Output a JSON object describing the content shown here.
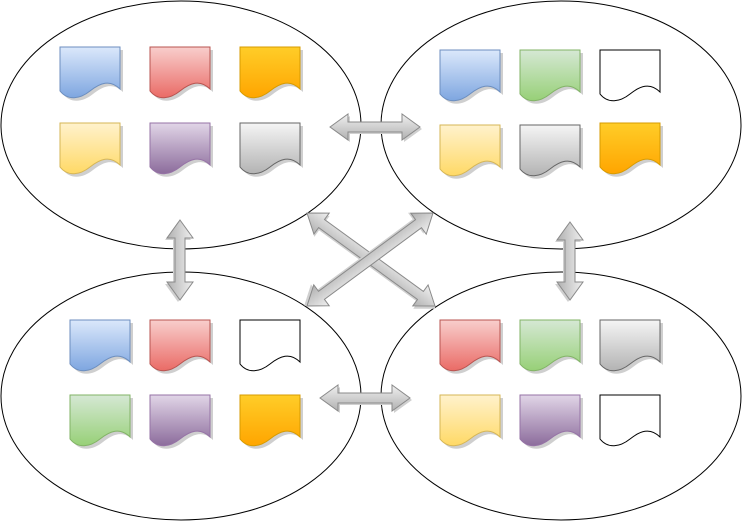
{
  "palette": {
    "blue": {
      "top": "#dbe8fb",
      "bottom": "#7ea6e0",
      "stroke": "#6c8ebf"
    },
    "red": {
      "top": "#f8cecc",
      "bottom": "#ea6b66",
      "stroke": "#b85450"
    },
    "orange": {
      "top": "#ffcd28",
      "bottom": "#ffa500",
      "stroke": "#d79b00"
    },
    "yellow": {
      "top": "#fff2cc",
      "bottom": "#ffd966",
      "stroke": "#d6b656"
    },
    "purple": {
      "top": "#e1d5e7",
      "bottom": "#8c6c9c",
      "stroke": "#9673a6"
    },
    "gray": {
      "top": "#f5f5f5",
      "bottom": "#b3b3b3",
      "stroke": "#666666"
    },
    "green": {
      "top": "#d5e8d4",
      "bottom": "#97d077",
      "stroke": "#82b366"
    },
    "white": {
      "top": "#ffffff",
      "bottom": "#ffffff",
      "stroke": "#000000"
    }
  },
  "arrow_color": {
    "fill_top": "#f0f0f0",
    "fill_bottom": "#b0b0b0",
    "stroke": "#8a8a8a"
  },
  "groups": [
    {
      "id": "top-left",
      "documents": [
        "blue",
        "red",
        "orange",
        "yellow",
        "purple",
        "gray"
      ]
    },
    {
      "id": "top-right",
      "documents": [
        "blue",
        "green",
        "white",
        "yellow",
        "gray",
        "orange"
      ]
    },
    {
      "id": "bottom-left",
      "documents": [
        "blue",
        "red",
        "white",
        "green",
        "purple",
        "orange"
      ]
    },
    {
      "id": "bottom-right",
      "documents": [
        "red",
        "green",
        "gray",
        "yellow",
        "purple",
        "white"
      ]
    }
  ],
  "connections": [
    {
      "from": "top-left",
      "to": "top-right",
      "direction": "both"
    },
    {
      "from": "top-left",
      "to": "bottom-left",
      "direction": "both"
    },
    {
      "from": "top-right",
      "to": "bottom-right",
      "direction": "both"
    },
    {
      "from": "bottom-left",
      "to": "bottom-right",
      "direction": "both"
    },
    {
      "from": "top-left",
      "to": "bottom-right",
      "direction": "both"
    },
    {
      "from": "top-right",
      "to": "bottom-left",
      "direction": "both"
    }
  ]
}
